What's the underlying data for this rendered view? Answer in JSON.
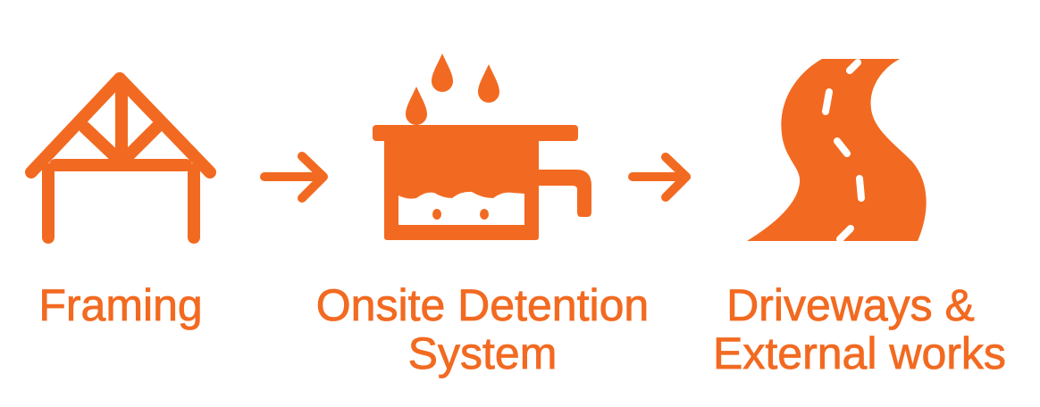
{
  "colors": {
    "accent": "#F26A21",
    "background": "#ffffff"
  },
  "steps": [
    {
      "icon": "roof-truss-icon",
      "label_lines": [
        "Framing"
      ]
    },
    {
      "icon": "detention-tank-icon",
      "label_lines": [
        "Onsite Detention",
        "System"
      ]
    },
    {
      "icon": "road-icon",
      "label_lines": [
        "Driveways &",
        "External works"
      ]
    }
  ],
  "connectors": [
    "arrow-right-icon",
    "arrow-right-icon"
  ]
}
